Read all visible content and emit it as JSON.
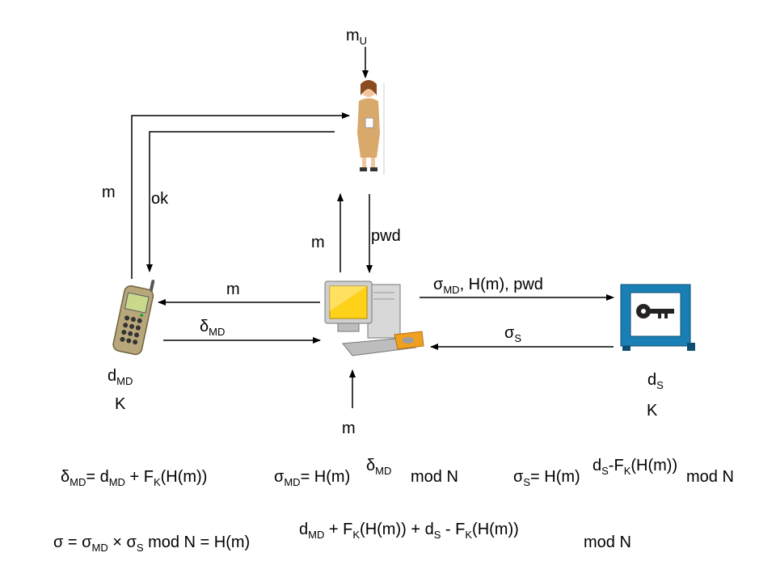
{
  "diagram": {
    "user_input": {
      "base": "m",
      "sub": "U"
    },
    "arrow_labels": {
      "user_to_phone_m": "m",
      "ok": "ok",
      "pc_to_user_m": "m",
      "pwd": "pwd",
      "pc_to_phone_m": "m",
      "phone_to_pc": {
        "base": "δ",
        "sub": "MD"
      },
      "pc_to_server": {
        "base": "σ",
        "sub": "MD",
        "rest": ", H(m), pwd"
      },
      "server_to_pc": {
        "base": "σ",
        "sub": "S"
      },
      "pc_input_m": "m"
    },
    "phone": {
      "key_base": "d",
      "key_sub": "MD",
      "k": "K"
    },
    "server": {
      "key_base": "d",
      "key_sub": "S",
      "k": "K"
    }
  },
  "equations": {
    "eq1": {
      "delta": "δ",
      "delta_sub": "MD",
      "eq": "= d",
      "d_sub": "MD",
      "plus": " + F",
      "f_sub": "K",
      "tail": "(H(m))"
    },
    "eq2": {
      "sigma": "σ",
      "sigma_sub": "MD",
      "eq": "= H(m)",
      "exp": "δ",
      "exp_sub": "MD",
      "mod": "mod N"
    },
    "eq3": {
      "sigma": "σ",
      "sigma_sub": "S",
      "eq": "= H(m)",
      "exp_a": "d",
      "exp_a_sub": "S",
      "exp_b": "-F",
      "exp_b_sub": "K",
      "exp_c": "(H(m))",
      "mod": "mod N"
    },
    "eq4": {
      "a": "σ  = σ",
      "a_sub": "MD",
      "b": " × σ",
      "b_sub": "S",
      "c": " mod N = H(m)",
      "exp_1": "d",
      "exp_1_sub": "MD",
      "exp_2": " + F",
      "exp_2_sub": "K",
      "exp_3": "(H(m)) + d",
      "exp_3_sub": "S",
      "exp_4": " - F",
      "exp_4_sub": "K",
      "exp_5": "(H(m))",
      "mod": "mod N"
    }
  }
}
